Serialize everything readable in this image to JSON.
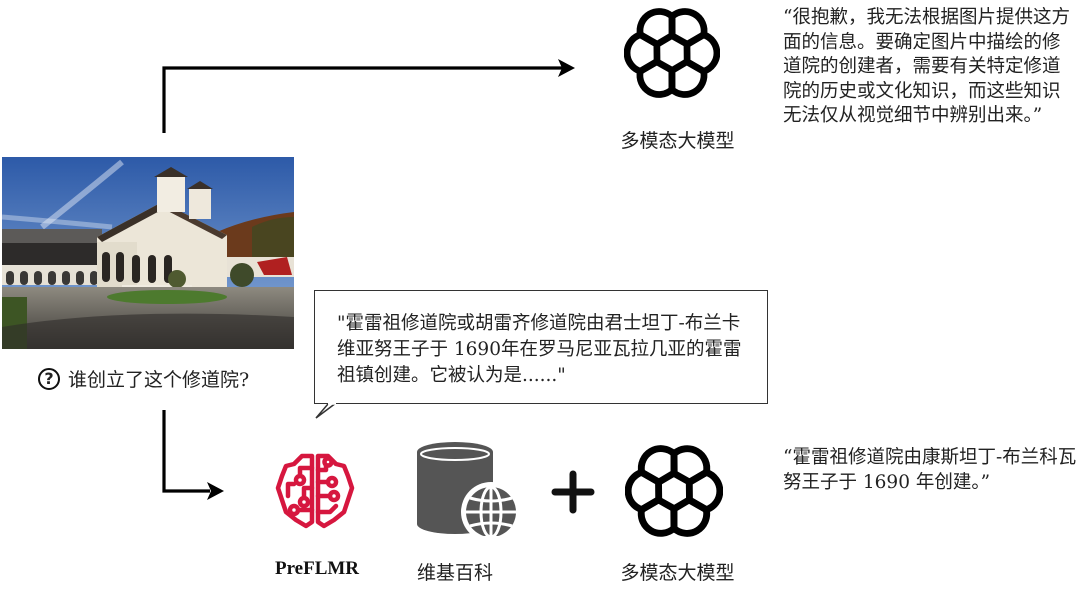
{
  "diagram": {
    "input": {
      "image_alt": "Hurezi Monastery courtyard photo",
      "question": "谁创立了这个修道院?",
      "question_icon": "question-circle-icon"
    },
    "top_path": {
      "model_label": "多模态大模型",
      "model_icon": "openai-logo-icon",
      "response": "“很抱歉，我无法根据图片提供这方面的信息。要确定图片中描绘的修道院的创建者，需要有关特定修道院的历史或文化知识，而这些知识无法仅从视觉细节中辨别出来。”"
    },
    "bottom_path": {
      "retriever_label": "PreFLMR",
      "retriever_icon": "brain-circuit-icon",
      "knowledge_label": "维基百科",
      "knowledge_icon": "database-globe-icon",
      "operator": "+",
      "model_label": "多模态大模型",
      "model_icon": "openai-logo-icon",
      "retrieved_passage": "\"霍雷祖修道院或胡雷齐修道院由君士坦丁-布兰卡维亚努王子于 1690年在罗马尼亚瓦拉几亚的霍雷祖镇创建。它被认为是......\"",
      "response": "“霍雷祖修道院由康斯坦丁-布兰科瓦努王子于 1690 年创建。”"
    },
    "colors": {
      "retriever_red": "#d6173f",
      "database_gray": "#555555",
      "arrow": "#000000"
    }
  }
}
